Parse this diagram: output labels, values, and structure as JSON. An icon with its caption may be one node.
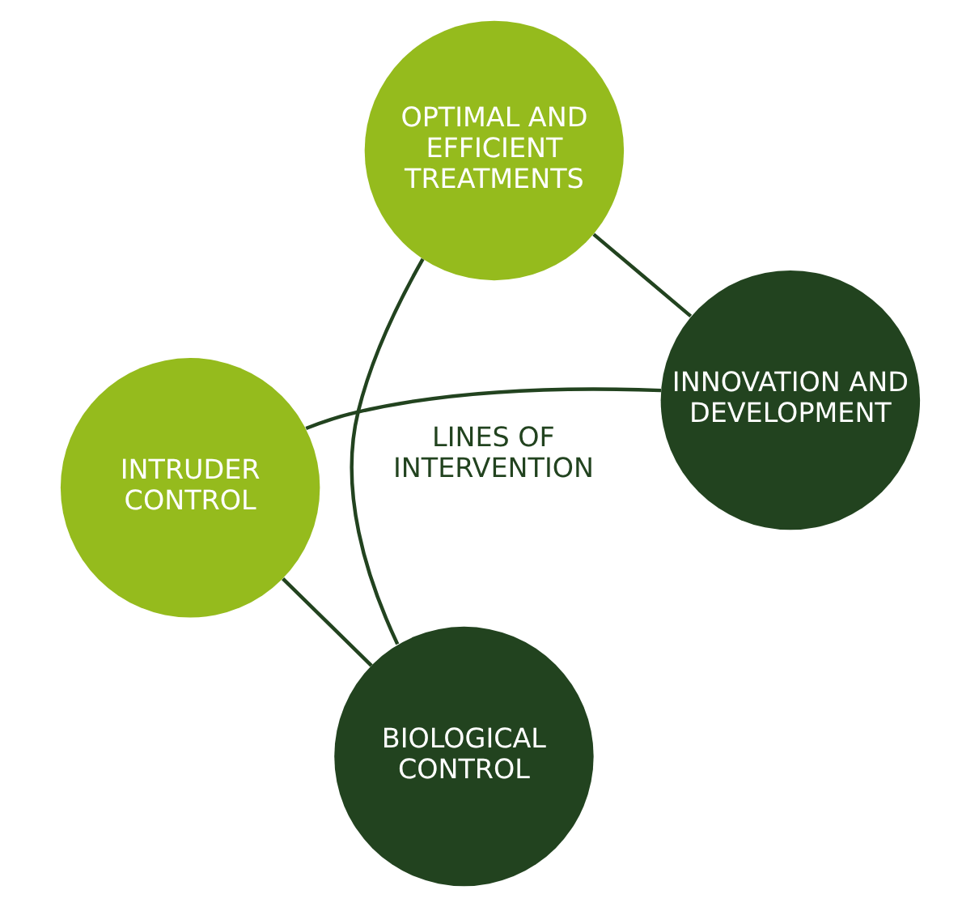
{
  "diagram": {
    "nodes": [
      {
        "text": [
          "INTRUDER CONTROL"
        ]
      },
      {
        "text": [
          "INNOVATION AND DEVELOPMENT"
        ]
      },
      {
        "text": [
          "BIOLOGICAL CONTROL"
        ]
      },
      {
        "text": [
          "OPTIMAL AND EFFICIENT TREATMENTS"
        ]
      }
    ],
    "edges": [
      {
        "from": 0,
        "to": 2,
        "arrow": "none"
      },
      {
        "from": 2,
        "to": 3,
        "arrow": "none"
      },
      {
        "from": 3,
        "to": 1,
        "arrow": "none"
      },
      {
        "from": 1,
        "to": 0,
        "arrow": "none"
      }
    ],
    "labels": [
      "LINES OF INTERVENTION"
    ]
  }
}
